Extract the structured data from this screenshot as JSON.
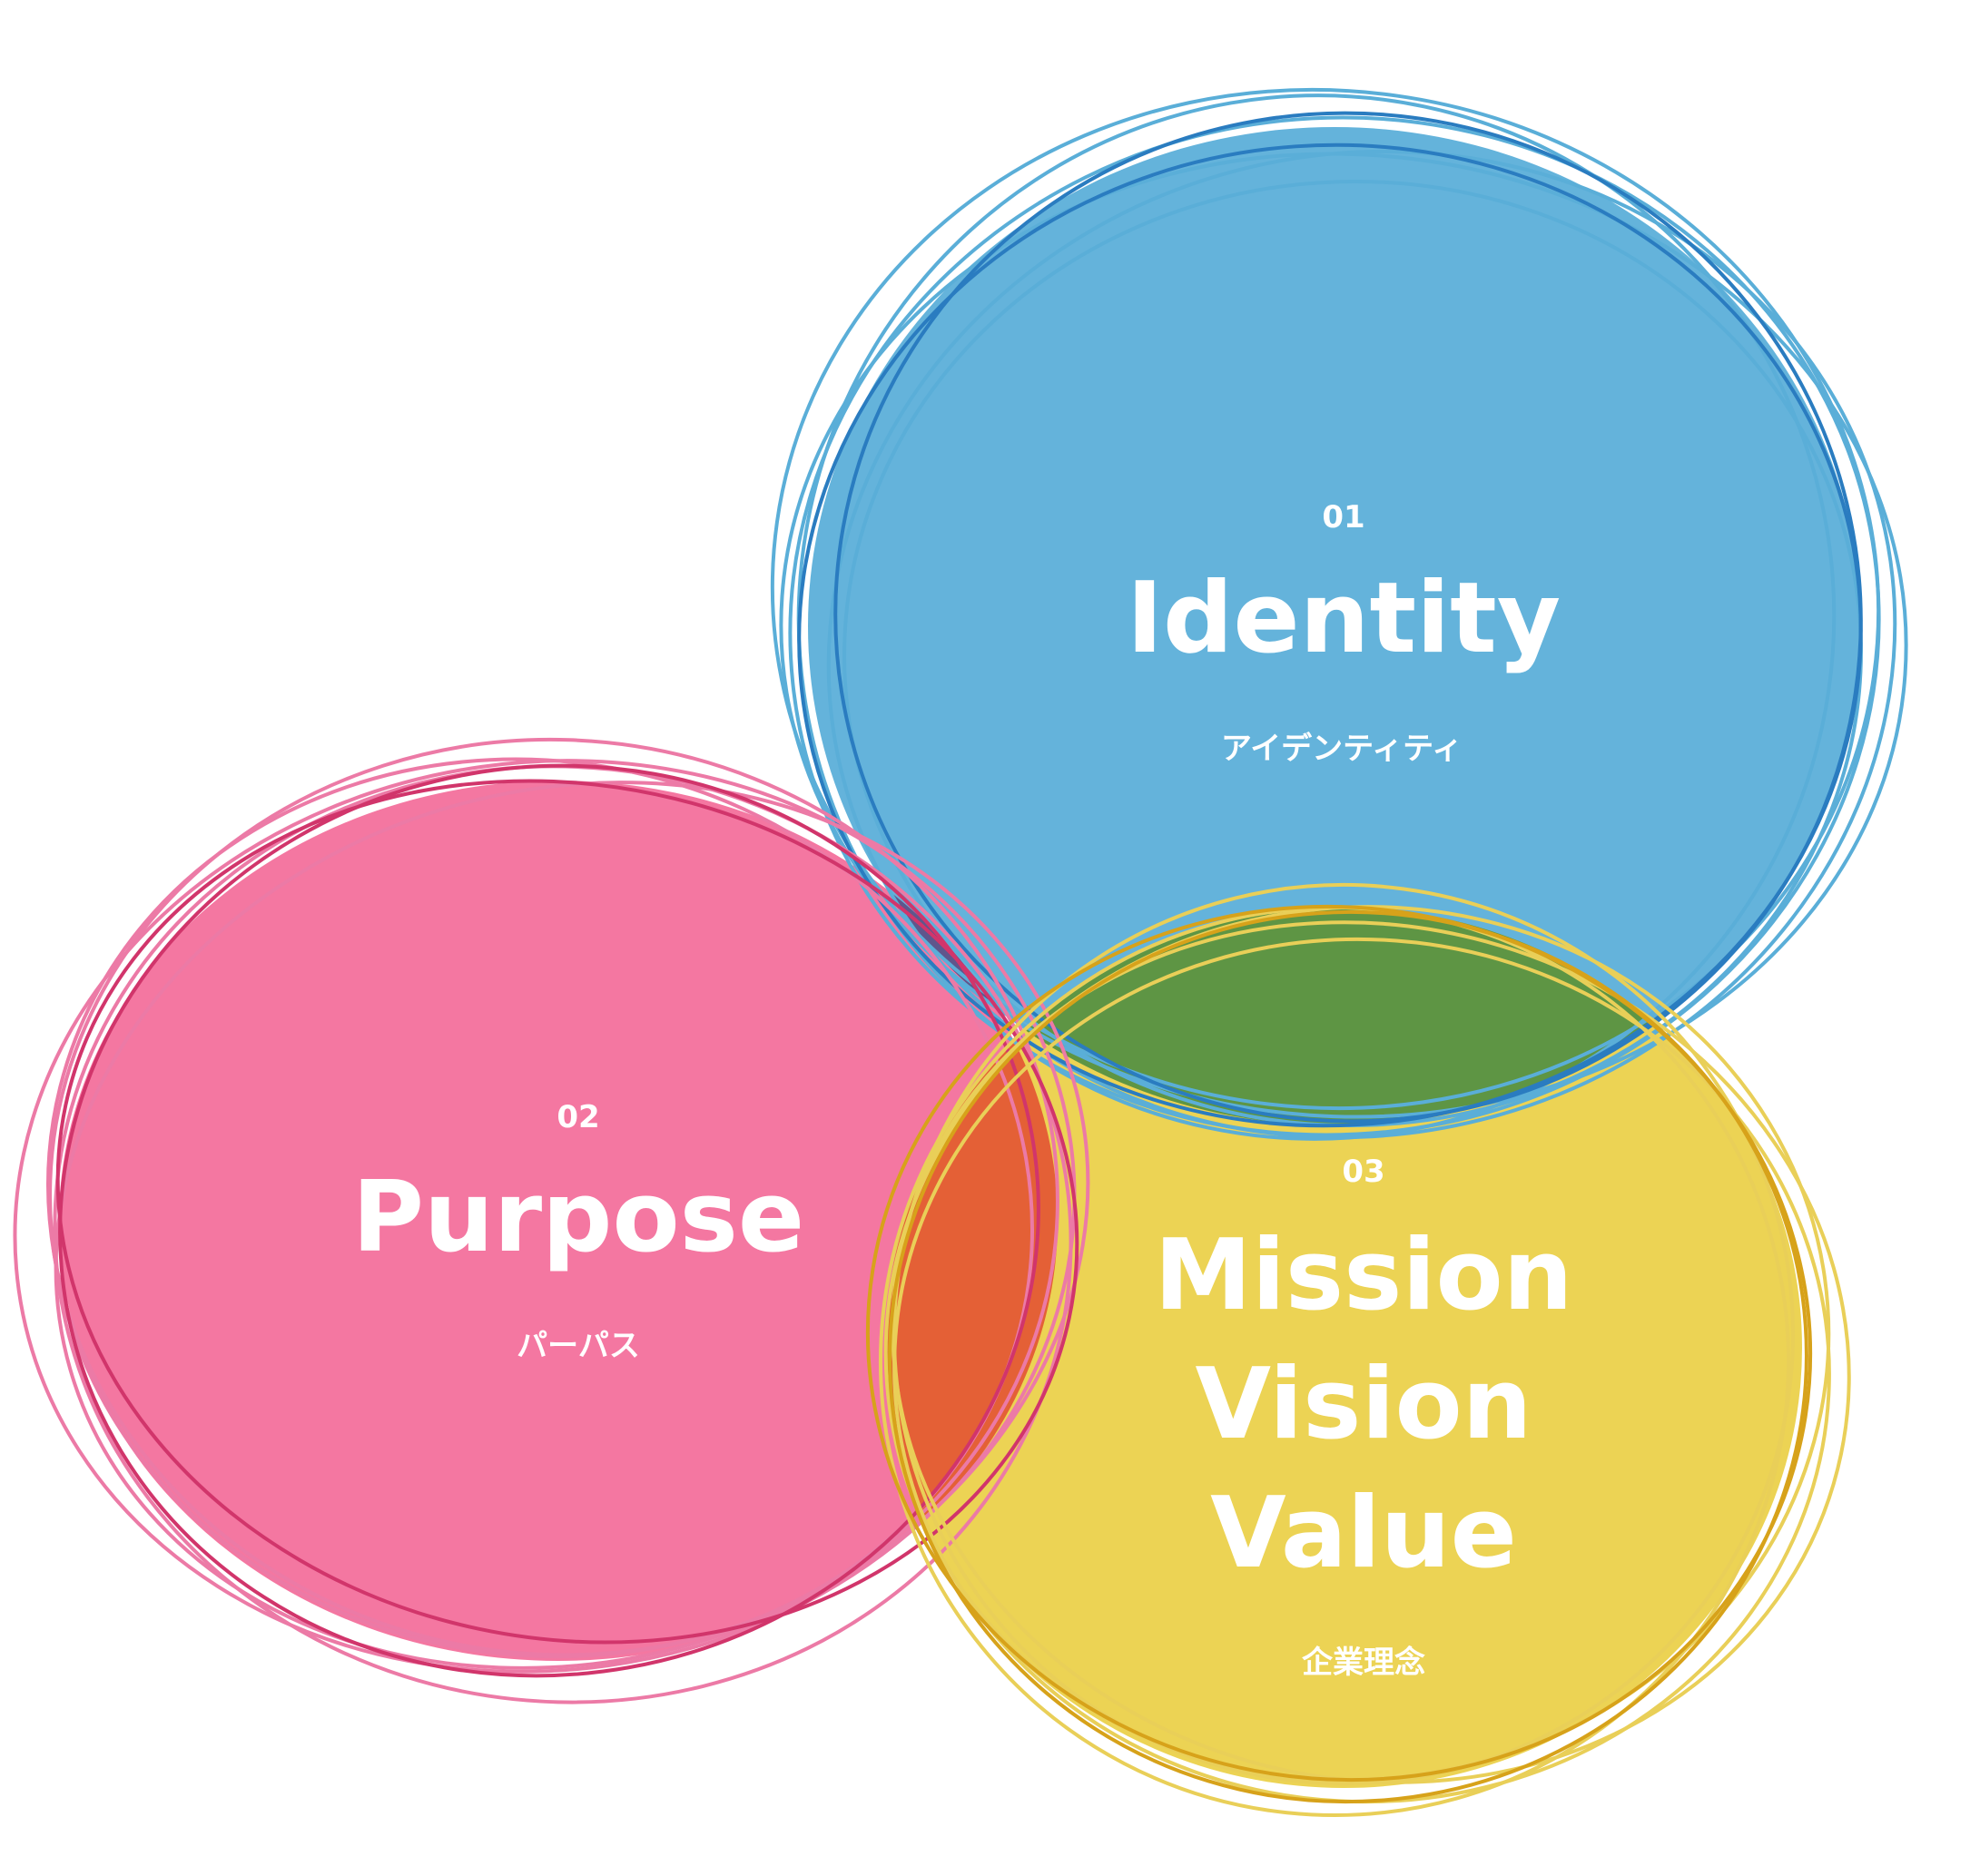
{
  "circles": [
    {
      "key": "identity",
      "number": "01",
      "title_lines": [
        "Identity"
      ],
      "subtitle": "アイデンティティ",
      "fill_color": "#64b3db",
      "stroke_colors": [
        "#5aaed8",
        "#2a7cc0"
      ]
    },
    {
      "key": "purpose",
      "number": "02",
      "title_lines": [
        "Purpose"
      ],
      "subtitle": "パーパス",
      "fill_color": "#f477a1",
      "stroke_colors": [
        "#ec7aa6",
        "#d1356b"
      ]
    },
    {
      "key": "mission",
      "number": "03",
      "title_lines": [
        "Mission",
        "Vision",
        "Value"
      ],
      "subtitle": "企業理念",
      "fill_color": "#ecd354",
      "stroke_colors": [
        "#e9cf58",
        "#d7a21a"
      ]
    }
  ],
  "overlap_colors": {
    "identity_purpose": "#5f568c",
    "identity_mission": "#5e9544",
    "purpose_mission": "#e46036",
    "all_three": "#4a3f2c"
  }
}
